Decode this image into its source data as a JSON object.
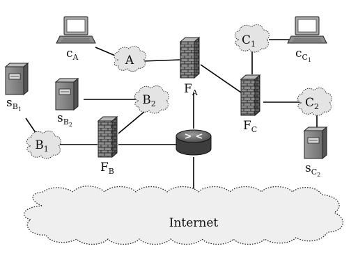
{
  "nodes": {
    "cloud_A": {
      "label": "A"
    },
    "cloud_B1": {
      "label": "B",
      "sub": "1"
    },
    "cloud_B2": {
      "label": "B",
      "sub": "2"
    },
    "cloud_C1": {
      "label": "C",
      "sub": "1"
    },
    "cloud_C2": {
      "label": "C",
      "sub": "2"
    },
    "internet": {
      "label": "Internet"
    },
    "firewall_A": {
      "label": "F",
      "sub": "A"
    },
    "firewall_B": {
      "label": "F",
      "sub": "B"
    },
    "firewall_C": {
      "label": "F",
      "sub": "C"
    },
    "laptop_A": {
      "label": "c",
      "sub": "A"
    },
    "laptop_C1": {
      "label": "c",
      "sub": "C",
      "subsub": "1"
    },
    "server_B1": {
      "label": "s",
      "sub": "B",
      "subsub": "1"
    },
    "server_B2": {
      "label": "s",
      "sub": "B",
      "subsub": "2"
    },
    "server_C2": {
      "label": "s",
      "sub": "C",
      "subsub": "2"
    }
  },
  "icons": {
    "computer": "computer-icon",
    "firewall": "firewall-icon",
    "server": "server-icon",
    "router": "router-icon",
    "cloud": "cloud-icon"
  }
}
